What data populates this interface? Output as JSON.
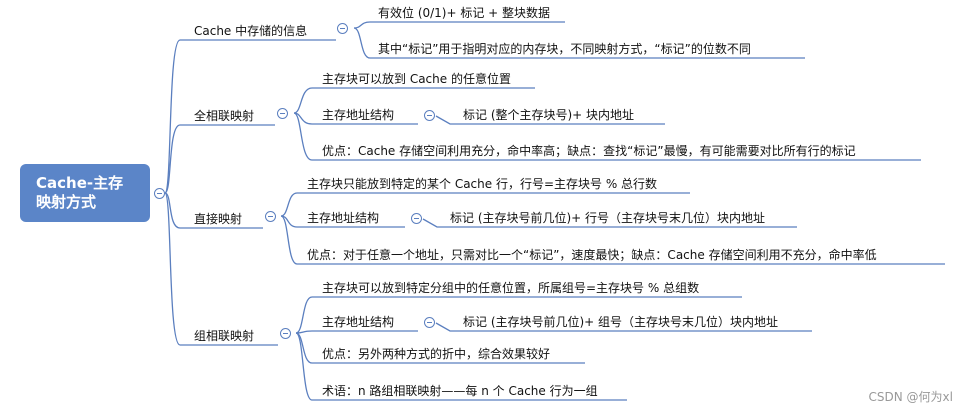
{
  "root": {
    "line1": "Cache-主存",
    "line2": "映射方式"
  },
  "branches": {
    "cache_info": {
      "label": "Cache 中存储的信息",
      "items": [
        "有效位 (0/1)+ 标记 + 整块数据",
        "其中“标记”用于指明对应的内存块，不同映射方式，“标记”的位数不同"
      ]
    },
    "full_assoc": {
      "label": "全相联映射",
      "items": [
        "主存块可以放到 Cache 的任意位置",
        "主存地址结构",
        "优点：Cache 存储空间利用充分，命中率高；缺点：查找“标记”最慢，有可能需要对比所有行的标记"
      ],
      "structure": "标记 (整个主存块号)+ 块内地址"
    },
    "direct": {
      "label": "直接映射",
      "items": [
        "主存块只能放到特定的某个 Cache 行，行号=主存块号 % 总行数",
        "主存地址结构",
        "优点：对于任意一个地址，只需对比一个“标记”，速度最快；缺点：Cache 存储空间利用不充分，命中率低"
      ],
      "structure": "标记 (主存块号前几位)+ 行号（主存块号末几位）块内地址"
    },
    "set_assoc": {
      "label": "组相联映射",
      "items": [
        "主存块可以放到特定分组中的任意位置，所属组号=主存块号 % 总组数",
        "主存地址结构",
        "优点：另外两种方式的折中，综合效果较好",
        "术语：n 路组相联映射——每 n 个 Cache 行为一组"
      ],
      "structure": "标记 (主存块号前几位)+ 组号（主存块号末几位）块内地址"
    }
  },
  "watermark": "CSDN @何为xl",
  "colors": {
    "root_fill": "#5b85c8",
    "connector": "#5b7fbf",
    "root_text": "#ffffff"
  }
}
